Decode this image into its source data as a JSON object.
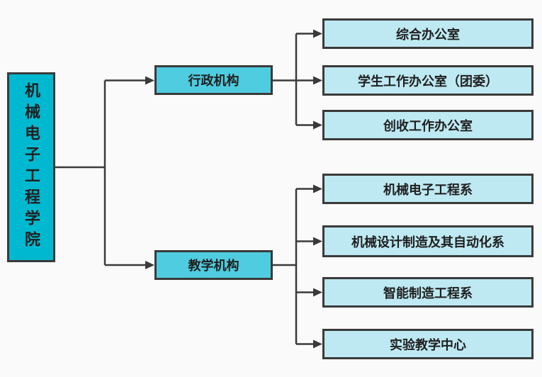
{
  "colors": {
    "background": "#fafafa",
    "root_fill": "#00b9d0",
    "branch_fill": "#4fccdf",
    "leaf_fill": "#bee9f2",
    "line": "#3a3a3a",
    "text": "#1f1f1f"
  },
  "diagram": {
    "type": "org-chart",
    "root": {
      "label": "机械电子工程学院"
    },
    "branches": [
      {
        "label": "行政机构",
        "children": [
          "综合办公室",
          "学生工作办公室（团委）",
          "创收工作办公室"
        ]
      },
      {
        "label": "教学机构",
        "children": [
          "机械电子工程系",
          "机械设计制造及其自动化系",
          "智能制造工程系",
          "实验教学中心"
        ]
      }
    ]
  }
}
